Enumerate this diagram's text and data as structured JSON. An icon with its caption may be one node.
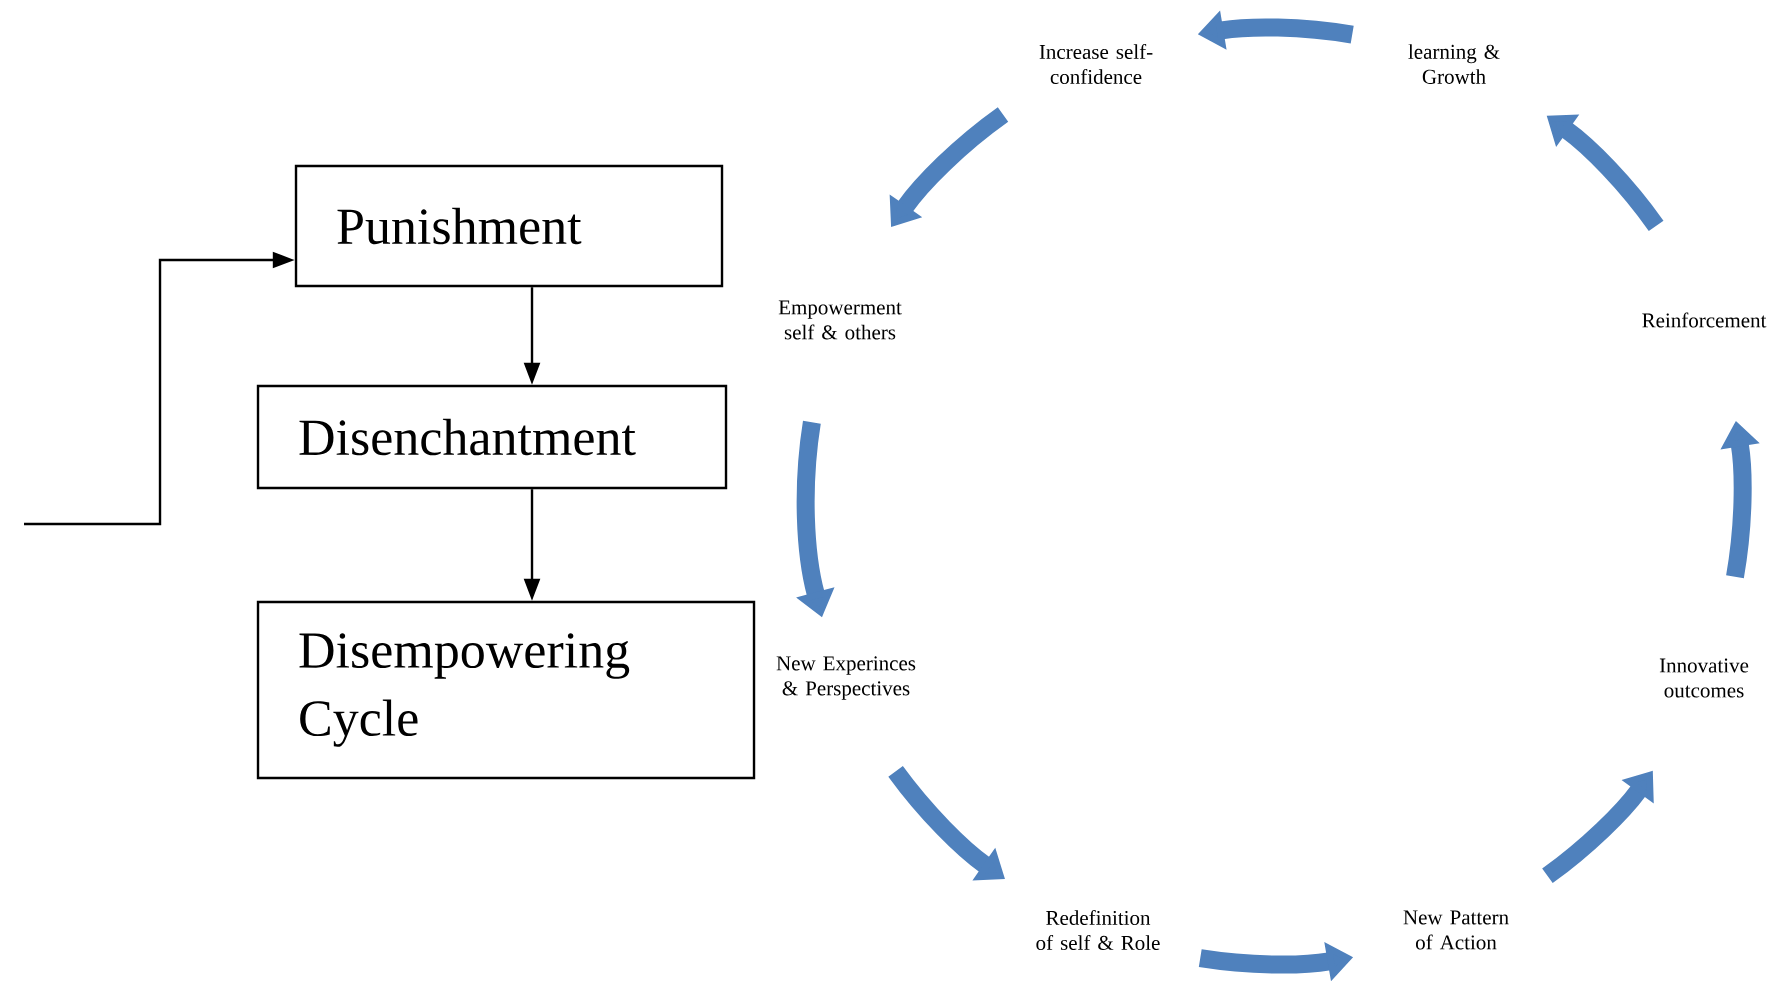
{
  "diagram": {
    "nodes": [
      {
        "text": [
          "Punishment"
        ]
      },
      {
        "text": [
          "Disenchantment"
        ]
      },
      {
        "text": [
          "Disempowering Cycle"
        ]
      },
      {
        "text": [
          "Increase self-confidence"
        ]
      },
      {
        "text": [
          "learning & Growth"
        ]
      },
      {
        "text": [
          "Empowerment self & others"
        ]
      },
      {
        "text": [
          "Reinforcement"
        ]
      },
      {
        "text": [
          "New Experinces & Perspectives"
        ]
      },
      {
        "text": [
          "Innovative outcomes"
        ]
      },
      {
        "text": [
          "Redefinition of self & Role"
        ]
      },
      {
        "text": [
          "New Pattern of Action"
        ]
      }
    ],
    "edges": [
      {
        "from": null,
        "to": 0,
        "arrow": "to",
        "color": "#000000"
      },
      {
        "from": 0,
        "to": 1,
        "arrow": "to",
        "color": "#000000"
      },
      {
        "from": 1,
        "to": 2,
        "arrow": "to",
        "color": "#000000"
      },
      {
        "from": 7,
        "to": 9,
        "arrow": "to"
      },
      {
        "from": 9,
        "to": 10,
        "arrow": "to"
      },
      {
        "from": 10,
        "to": 8,
        "arrow": "to"
      },
      {
        "from": 8,
        "to": 6,
        "arrow": "to"
      },
      {
        "from": 6,
        "to": 4,
        "arrow": "to"
      },
      {
        "from": 4,
        "to": 3,
        "arrow": "to"
      },
      {
        "from": 3,
        "to": 5,
        "arrow": "to"
      },
      {
        "from": 5,
        "to": 7,
        "arrow": "to"
      }
    ]
  }
}
